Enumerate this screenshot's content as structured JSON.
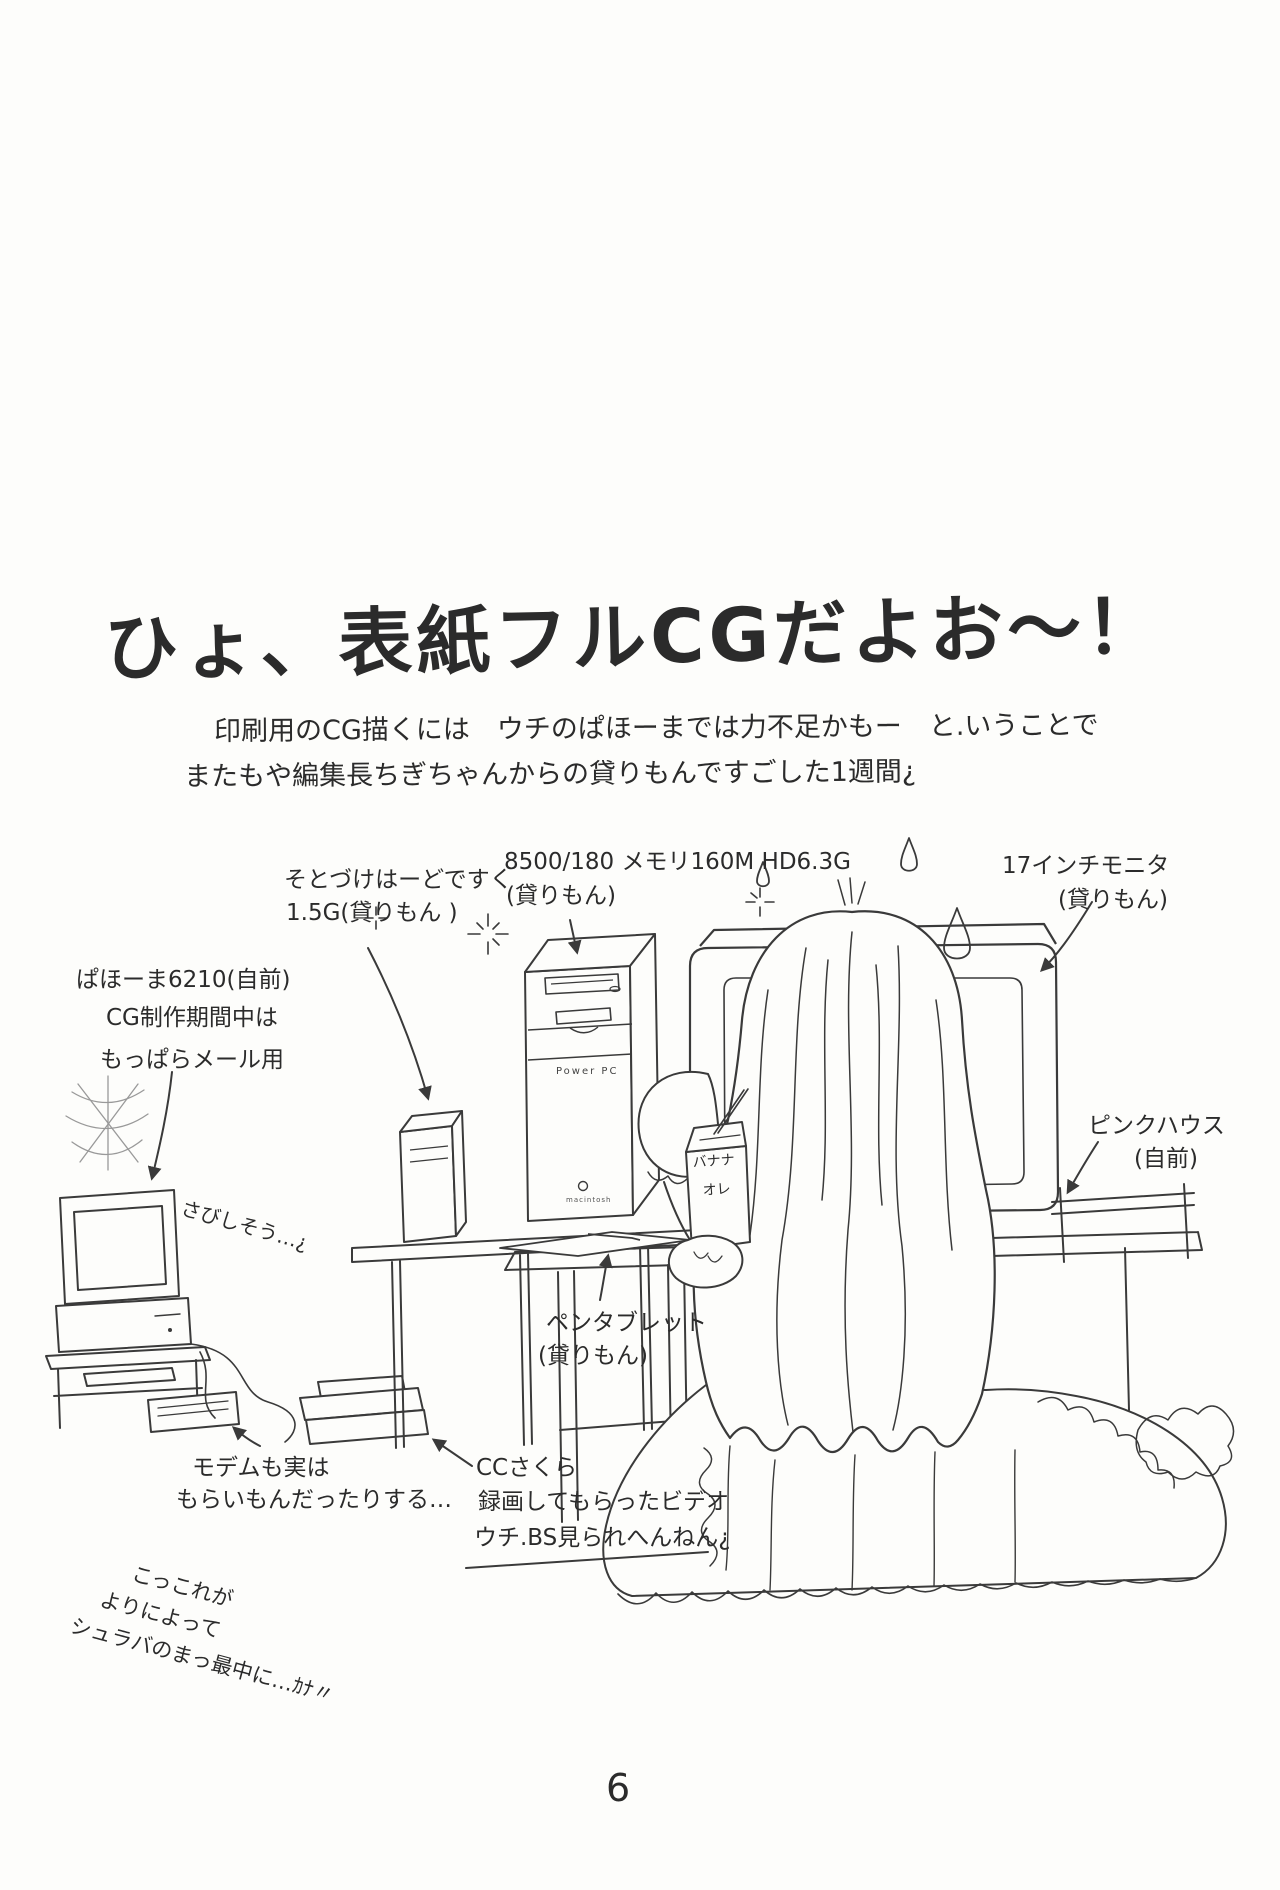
{
  "page": {
    "title": "ひょ、表紙フルCGだよお〜！",
    "intro": {
      "line1": "印刷用のCG描くには　ウチのぱほーまでは力不足かもー　と.いうことで",
      "line2": "またもや編集長ちぎちゃんからの貸りもんですごした1週間¿"
    },
    "page_number": "6"
  },
  "annotations": {
    "external_hdd": {
      "line1": "そとづけはーどですく",
      "line2": "1.5G(貸りもん )"
    },
    "main_machine": {
      "line1": "8500/180 メモリ160M HD6.3G",
      "line2": "(貸りもん)"
    },
    "monitor_17inch": {
      "line1": "17インチモニタ",
      "line2": "(貸りもん)"
    },
    "pahoma_6210": {
      "line1": "ぱほーま6210(自前)",
      "line2": "CG制作期間中は",
      "line3": "もっぱらメール用"
    },
    "lonely_note": "さびしそう…¿",
    "pink_house": {
      "line1": "ピンクハウス",
      "line2": "(自前)"
    },
    "pen_tablet": {
      "line1": "ペンタブレット",
      "line2": "(貸りもん)"
    },
    "modem_note": {
      "line1": "モデムも実は",
      "line2": "もらいもんだったりする…"
    },
    "cc_sakura_note": {
      "line1": "CCさくら",
      "line2": "録画してもらったビデオ",
      "line3": "ウチ.BS見られへんねん¿"
    },
    "shuraba_note": {
      "line1": "こっこれが",
      "line2": "よりによって",
      "line3": "シュラバのまっ最中に…ｶﾅ〃"
    },
    "drink_box": {
      "line1": "バナナ",
      "line2": "オレ"
    },
    "tower_label": {
      "brand": "Power PC",
      "sub": "macintosh"
    }
  }
}
